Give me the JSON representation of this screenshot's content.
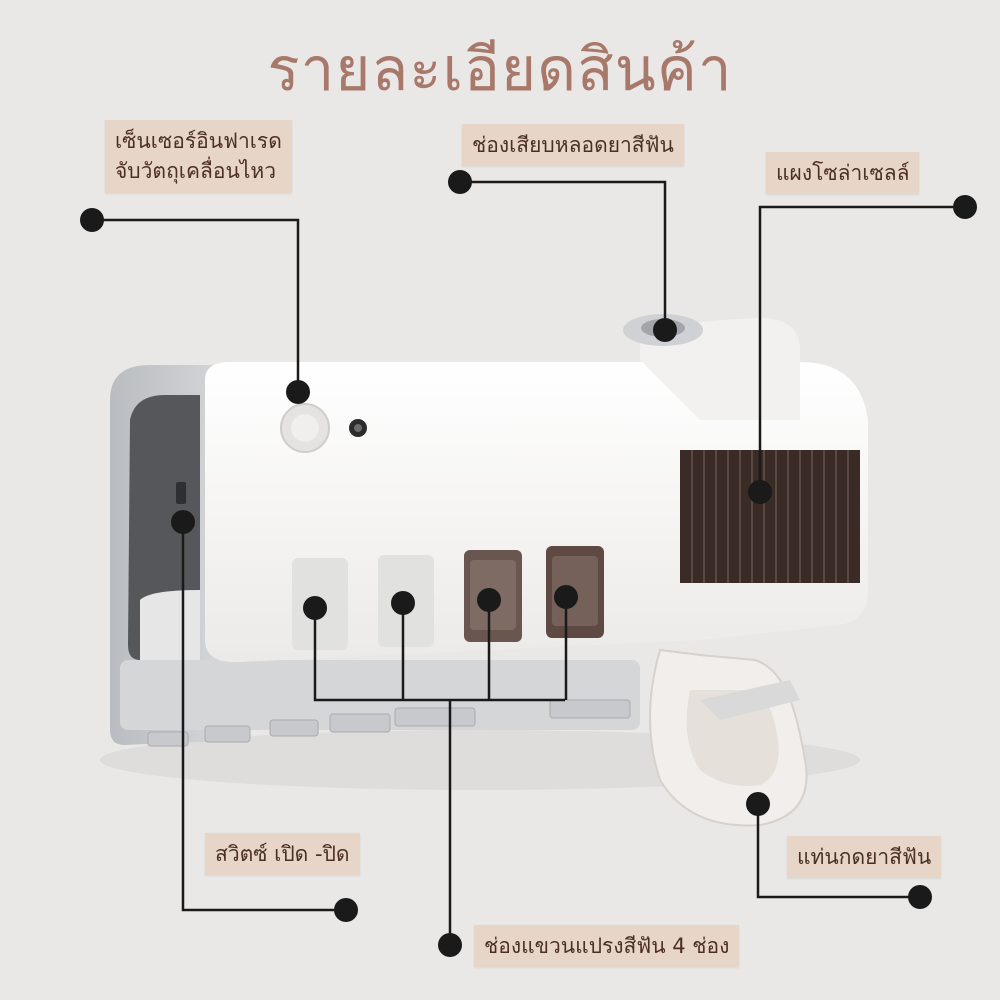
{
  "title": "รายละเอียดสินค้า",
  "colors": {
    "title": "#a8796a",
    "label_bg": "#e7d5c7",
    "label_text": "#4b2f25",
    "leader": "#1a1a1a",
    "device_body": "#f7f5f3",
    "solar_panel": "#3b2b27"
  },
  "labels": {
    "ir_sensor": [
      "เซ็นเซอร์อินฟาเรด",
      "จับวัตถุเคลื่อนไหว"
    ],
    "toothpaste_slot": "ช่องเสียบหลอดยาสีฟัน",
    "solar_panel": "แผงโซล่าเซลล์",
    "power_switch": "สวิตซ์ เปิด -ปิด",
    "dispenser_lever": "แท่นกดยาสีฟัน",
    "brush_slots": "ช่องแขวนแปรงสีฟัน 4 ช่อง"
  }
}
